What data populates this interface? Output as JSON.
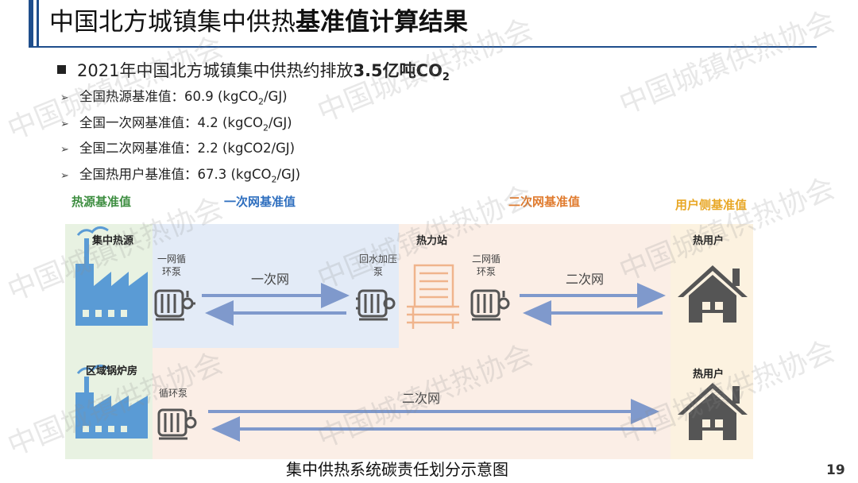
{
  "header": {
    "title_normal": "中国北方城镇集中供热",
    "title_bold": "基准值计算结果"
  },
  "main_bullet": {
    "text": "2021年中国北方城镇集中供热约排放",
    "bold_text": "3.5亿吨CO",
    "bold_sub": "2"
  },
  "sub_items": [
    {
      "prefix": "全国热源基准值：60.9 (kgCO",
      "sub": "2",
      "suffix": "/GJ)"
    },
    {
      "prefix": "全国一次网基准值：4.2 (kgCO",
      "sub": "2",
      "suffix": "/GJ)"
    },
    {
      "prefix": "全国二次网基准值：2.2 (kgCO2/GJ)",
      "sub": "",
      "suffix": ""
    },
    {
      "prefix": "全国热用户基准值：67.3 (kgCO",
      "sub": "2",
      "suffix": "/GJ)"
    }
  ],
  "regions": {
    "source": "热源基准值",
    "primary": "一次网基准值",
    "secondary": "二次网基准值",
    "user": "用户侧基准值"
  },
  "diagram": {
    "central_source": "集中热源",
    "pump1": "一网循环泵",
    "primary_net": "一次网",
    "booster": "回水加压泵",
    "station": "热力站",
    "pump2": "二网循环泵",
    "secondary_net_top": "二次网",
    "user_top": "热用户",
    "boiler_room": "区域锅炉房",
    "pump3": "循环泵",
    "secondary_net_bottom": "二次网",
    "user_bottom": "热用户"
  },
  "colors": {
    "source": "#3e8e41",
    "primary": "#2f6fbf",
    "secondary": "#e07b2e",
    "user": "#e8a726",
    "arrow": "#7f99cc",
    "icon_blue": "#5a9bd5",
    "icon_gray": "#555555"
  },
  "caption": "集中供热系统碳责任划分示意图",
  "page_number": "19",
  "watermark": "中国城镇供热协会"
}
